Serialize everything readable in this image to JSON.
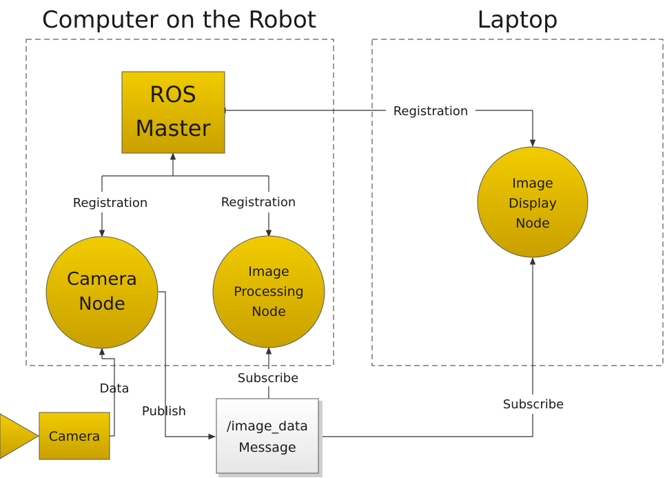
{
  "groups": {
    "robot_title": "Computer on the Robot",
    "laptop_title": "Laptop"
  },
  "nodes": {
    "ros_master": {
      "line1": "ROS",
      "line2": "Master"
    },
    "camera_node": {
      "line1": "Camera",
      "line2": "Node"
    },
    "image_processing_node": {
      "line1": "Image",
      "line2": "Processing",
      "line3": "Node"
    },
    "image_display_node": {
      "line1": "Image",
      "line2": "Display",
      "line3": "Node"
    },
    "camera": {
      "label": "Camera"
    },
    "message": {
      "line1": "/image_data",
      "line2": "Message"
    }
  },
  "edges": {
    "registration_laptop": "Registration",
    "registration_camera": "Registration",
    "registration_processing": "Registration",
    "data": "Data",
    "publish": "Publish",
    "subscribe_processing": "Subscribe",
    "subscribe_display": "Subscribe"
  },
  "colors": {
    "node_fill": "#e6bf00",
    "node_fill_dark": "#c9a200",
    "message_fill": "#f2f2f2",
    "stroke": "#333333"
  }
}
